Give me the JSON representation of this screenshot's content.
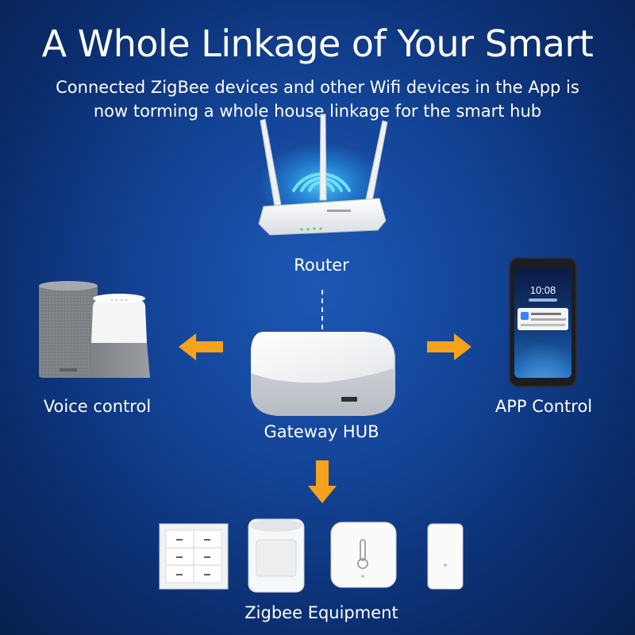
{
  "header": {
    "title": "A Whole Linkage of Your Smart",
    "subtitle_line1": "Connected ZigBee devices and other Wifi devices in the App is",
    "subtitle_line2": "now torming a whole house linkage for the smart hub"
  },
  "devices": {
    "router_label": "Router",
    "hub_label": "Gateway HUB",
    "voice_label": "Voice control",
    "app_label": "APP Control",
    "zigbee_label": "Zigbee Equipment"
  },
  "phone": {
    "time": "10:08"
  },
  "colors": {
    "arrow": "#f6a21c",
    "background": "#134497",
    "wifi_glow": "#2fb6ff"
  }
}
